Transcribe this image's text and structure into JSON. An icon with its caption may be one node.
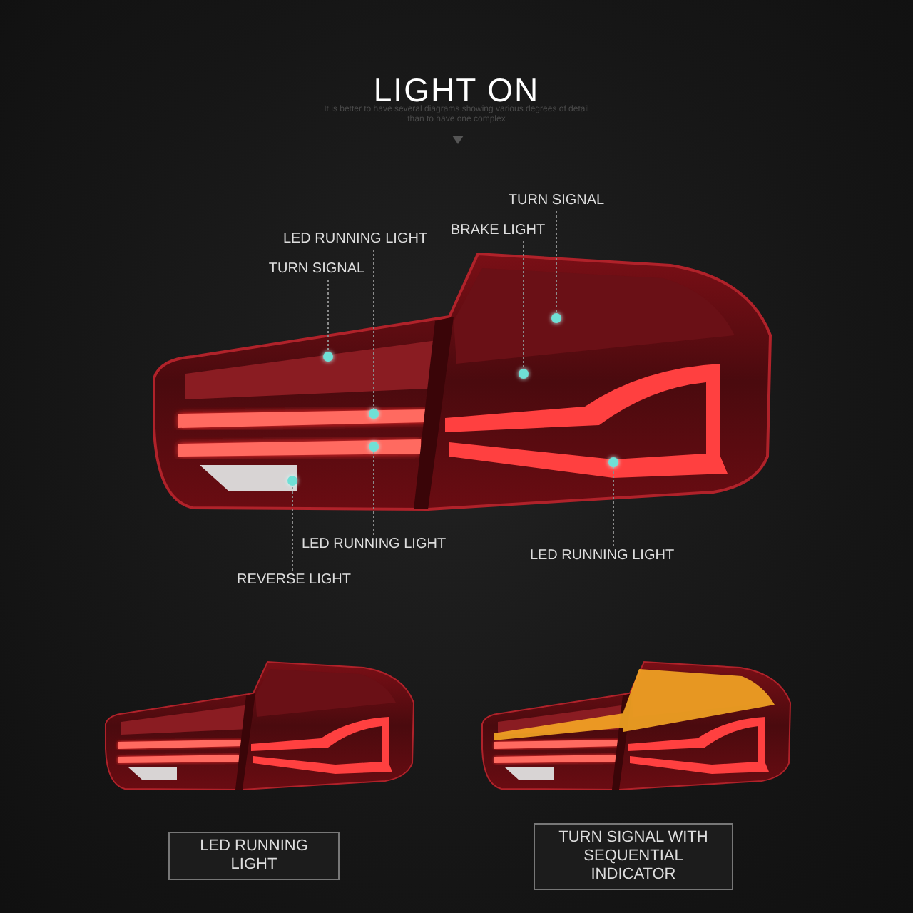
{
  "diagram": {
    "title": "LIGHT ON",
    "nodes": [
      {
        "text": [
          "TURN SIGNAL"
        ]
      },
      {
        "text": [
          "BRAKE LIGHT"
        ]
      },
      {
        "text": [
          "LED RUNNING LIGHT"
        ]
      },
      {
        "text": [
          "TURN SIGNAL"
        ]
      },
      {
        "text": [
          "LED RUNNING LIGHT"
        ]
      },
      {
        "text": [
          "LED RUNNING LIGHT"
        ]
      },
      {
        "text": [
          "REVERSE LIGHT"
        ]
      },
      {
        "text": [],
        "shape": "circle"
      },
      {
        "text": [],
        "shape": "circle"
      },
      {
        "text": [],
        "shape": "circle"
      },
      {
        "text": [],
        "shape": "circle"
      },
      {
        "text": [],
        "shape": "circle"
      },
      {
        "text": [],
        "shape": "circle"
      },
      {
        "text": [],
        "shape": "circle"
      },
      {
        "text": [
          "LED RUNNING LIGHT"
        ]
      },
      {
        "text": [
          "TURN SIGNAL WITH SEQUENTIAL INDICATOR"
        ]
      }
    ],
    "edges": [
      {
        "from": 0,
        "to": 12,
        "arrow": "none",
        "style": "dashed"
      },
      {
        "from": 1,
        "to": 11,
        "arrow": "none",
        "style": "dashed"
      },
      {
        "from": 2,
        "to": 9,
        "arrow": "none",
        "style": "dashed"
      },
      {
        "from": 3,
        "to": 8,
        "arrow": "none",
        "style": "dashed"
      },
      {
        "from": 4,
        "to": 10,
        "arrow": "none",
        "style": "dashed"
      },
      {
        "from": 5,
        "to": 13,
        "arrow": "none",
        "style": "dashed"
      },
      {
        "from": 6,
        "to": 7,
        "arrow": "none",
        "style": "dashed"
      }
    ],
    "labels": [
      "It is better to have several diagrams showing various degrees of detail than to have one complex"
    ]
  }
}
